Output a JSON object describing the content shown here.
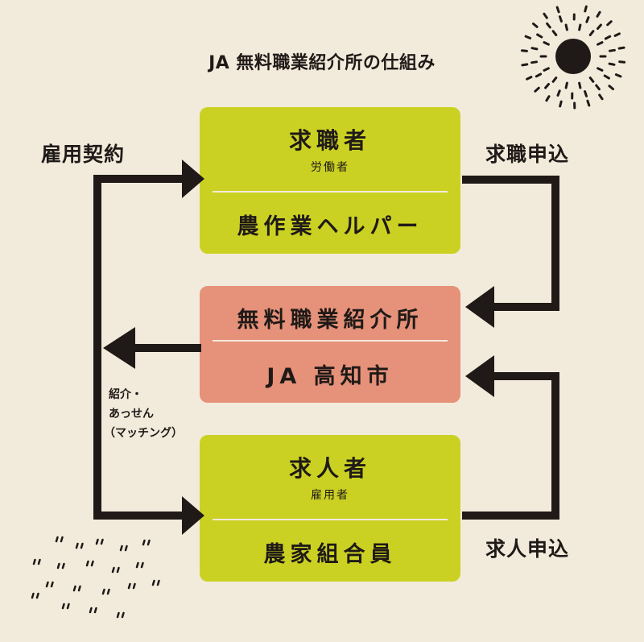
{
  "title": "JA 無料職業紹介所の仕組み",
  "boxes": {
    "job_seeker": {
      "title": "求職者",
      "subtitle": "労働者",
      "detail": "農作業ヘルパー"
    },
    "agency": {
      "title": "無料職業紹介所",
      "detail": "JA 高知市"
    },
    "employer": {
      "title": "求人者",
      "subtitle": "雇用者",
      "detail": "農家組合員"
    }
  },
  "labels": {
    "employment_contract": "雇用契約",
    "job_application": "求職申込",
    "job_offer": "求人申込",
    "introduction_line1": "紹介・",
    "introduction_line2": "あっせん",
    "introduction_line3": "（マッチング）"
  },
  "colors": {
    "background": "#f2ebdc",
    "green_box": "#cbd123",
    "salmon_box": "#e6917a",
    "arrow": "#1f1a17"
  }
}
